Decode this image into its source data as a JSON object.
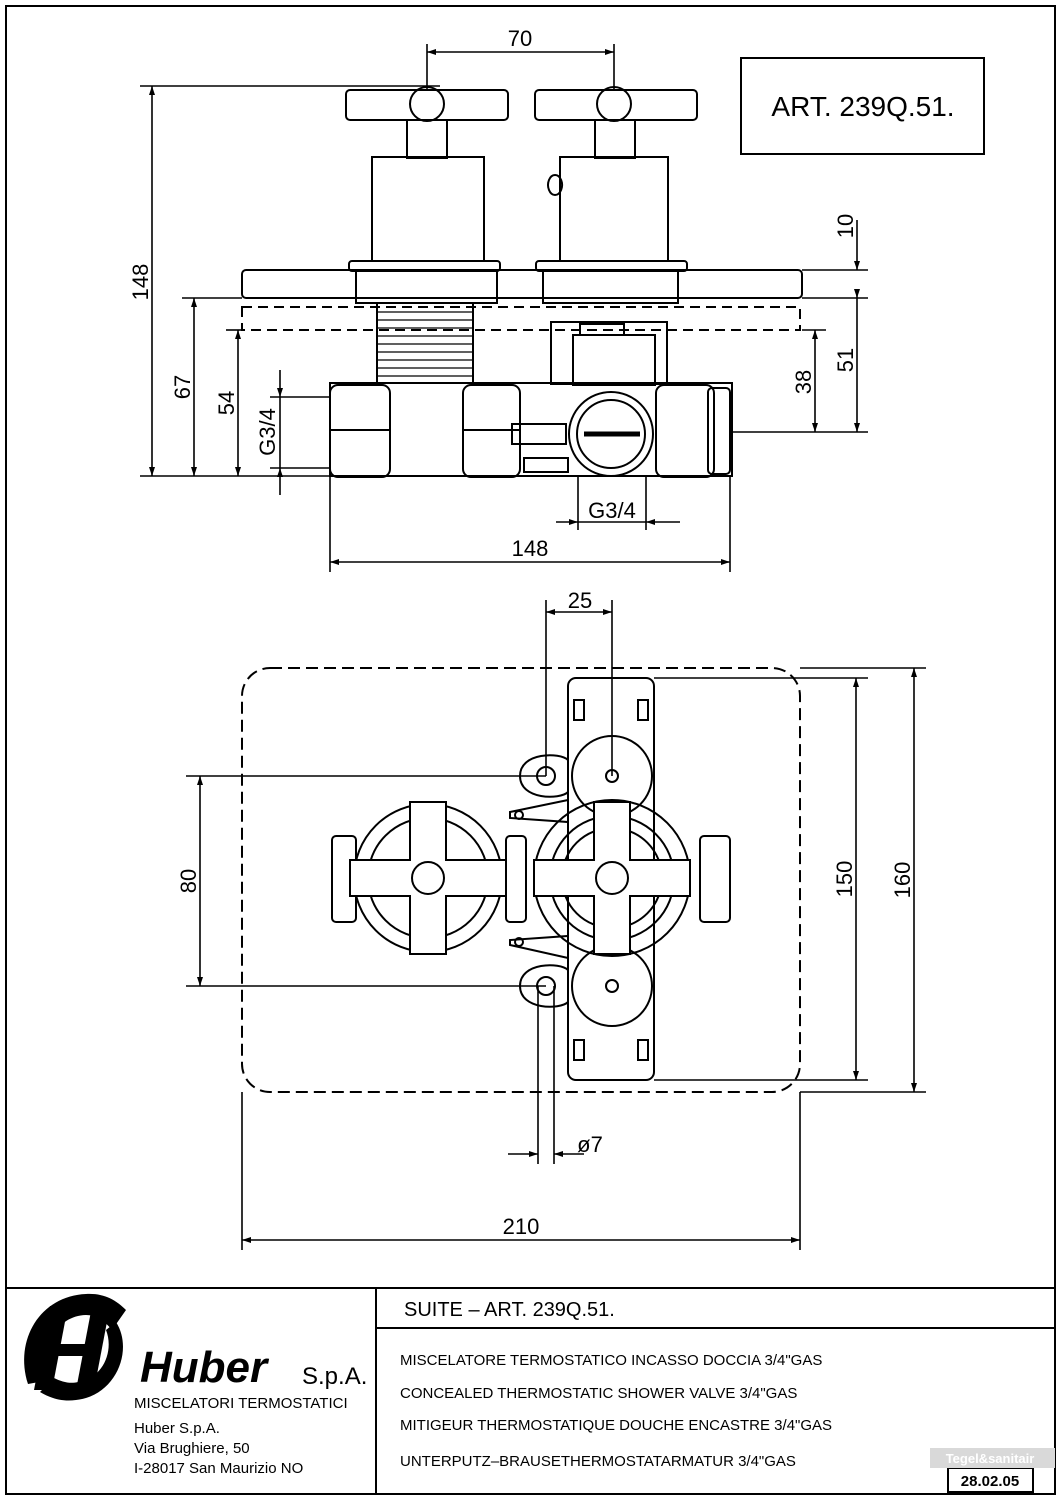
{
  "article_box": {
    "text": "ART.  239Q.51."
  },
  "front_view": {
    "dims": {
      "top_width": "70",
      "total_height": "148",
      "flange": "10",
      "height_67": "67",
      "height_54": "54",
      "thread_left": "G3/4",
      "height_51": "51",
      "height_38": "38",
      "thread_bottom": "G3/4",
      "body_width": "148"
    }
  },
  "top_view": {
    "dims": {
      "offset_25": "25",
      "spacing_80": "80",
      "height_150": "150",
      "height_160": "160",
      "hole_diameter": "ø7",
      "plate_width": "210"
    }
  },
  "title_block": {
    "brand": "Huber",
    "brand_suffix": "S.p.A.",
    "tagline": "MISCELATORI TERMOSTATICI",
    "address_line1": "Huber S.p.A.",
    "address_line2": "Via Brughiere, 50",
    "address_line3": "I-28017 San Maurizio NO",
    "suite": "SUITE  –  ART.  239Q.51.",
    "desc_it": "MISCELATORE TERMOSTATICO INCASSO DOCCIA 3/4\"GAS",
    "desc_en": "CONCEALED THERMOSTATIC SHOWER VALVE 3/4\"GAS",
    "desc_fr": "MITIGEUR THERMOSTATIQUE DOUCHE ENCASTRE 3/4\"GAS",
    "desc_de": "UNTERPUTZ–BRAUSETHERMOSTATARMATUR 3/4\"GAS",
    "date": "28.02.05",
    "watermark": "Tegel&sanitair"
  }
}
